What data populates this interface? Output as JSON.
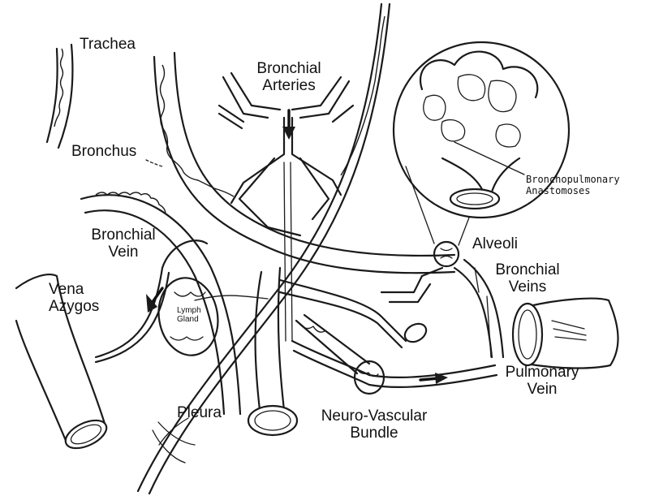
{
  "labels": {
    "trachea": "Trachea",
    "bronchial_arteries_1": "Bronchial",
    "bronchial_arteries_2": "Arteries",
    "bronchus": "Bronchus",
    "bronchopulmonary_1": "Bronchopulmonary",
    "bronchopulmonary_2": "Anastomoses",
    "bronchial_vein_1": "Bronchial",
    "bronchial_vein_2": "Vein",
    "alveoli": "Alveoli",
    "vena_azygos_1": "Vena",
    "vena_azygos_2": "Azygos",
    "lymph_gland_1": "Lymph",
    "lymph_gland_2": "Gland",
    "bronchial_veins_1": "Bronchial",
    "bronchial_veins_2": "Veins",
    "pulmonary_vein_1": "Pulmonary",
    "pulmonary_vein_2": "Vein",
    "pleura": "Pleura",
    "neuro_vascular_1": "Neuro-Vascular",
    "neuro_vascular_2": "Bundle"
  },
  "colors": {
    "ink": "#1a1a1a",
    "background": "#ffffff"
  }
}
